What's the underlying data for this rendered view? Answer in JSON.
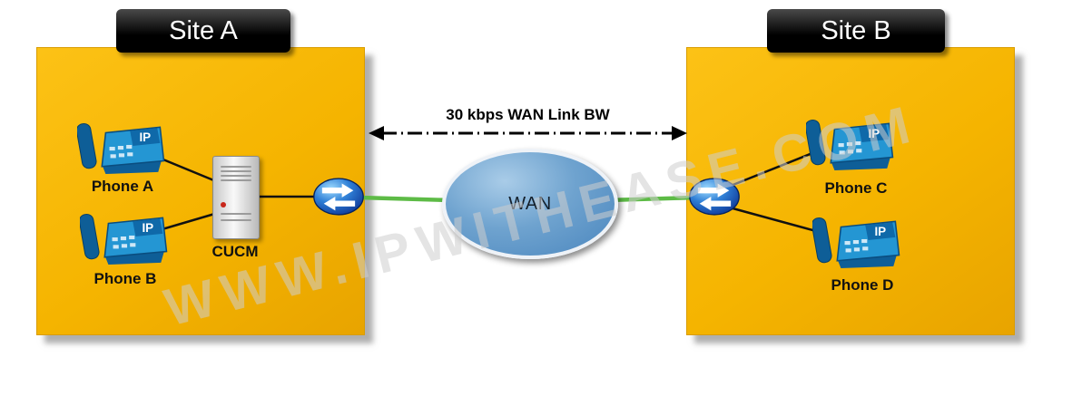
{
  "watermark": "WWW.IPWITHEASE.COM",
  "phone_screen": "IP",
  "wan": {
    "label": "WAN"
  },
  "link": {
    "label": "30 kbps WAN Link BW"
  },
  "site_a": {
    "title": "Site A",
    "phones": {
      "a": "Phone A",
      "b": "Phone B"
    },
    "server": "CUCM"
  },
  "site_b": {
    "title": "Site B",
    "phones": {
      "c": "Phone C",
      "d": "Phone D"
    }
  },
  "colors": {
    "site_fill": "#F5B400",
    "site_border": "#D99C00",
    "title_bg": "#000000",
    "wan_fill": "#6FA3CF",
    "link_green": "#5DBB46",
    "phone_blue": "#2496D3",
    "router_blue": "#1A56C4",
    "watermark_gray": "#CDCDCD"
  }
}
